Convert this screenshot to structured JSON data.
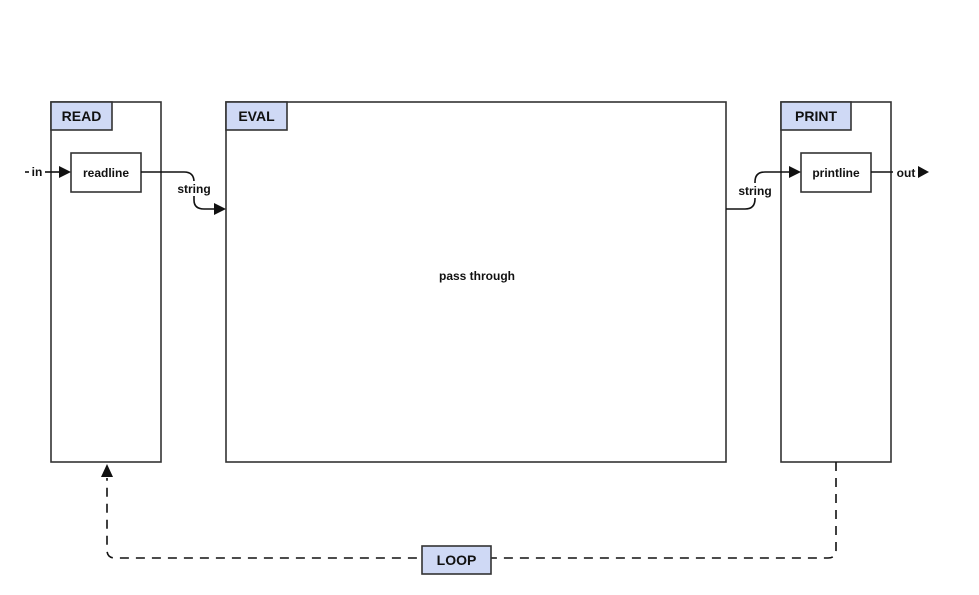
{
  "stages": {
    "read": {
      "title": "READ",
      "node": "readline"
    },
    "eval": {
      "title": "EVAL",
      "node": "pass through"
    },
    "print": {
      "title": "PRINT",
      "node": "printline"
    }
  },
  "edges": {
    "input": "in",
    "read_to_eval": "string",
    "eval_to_print": "string",
    "output": "out"
  },
  "loop": {
    "label": "LOOP"
  }
}
